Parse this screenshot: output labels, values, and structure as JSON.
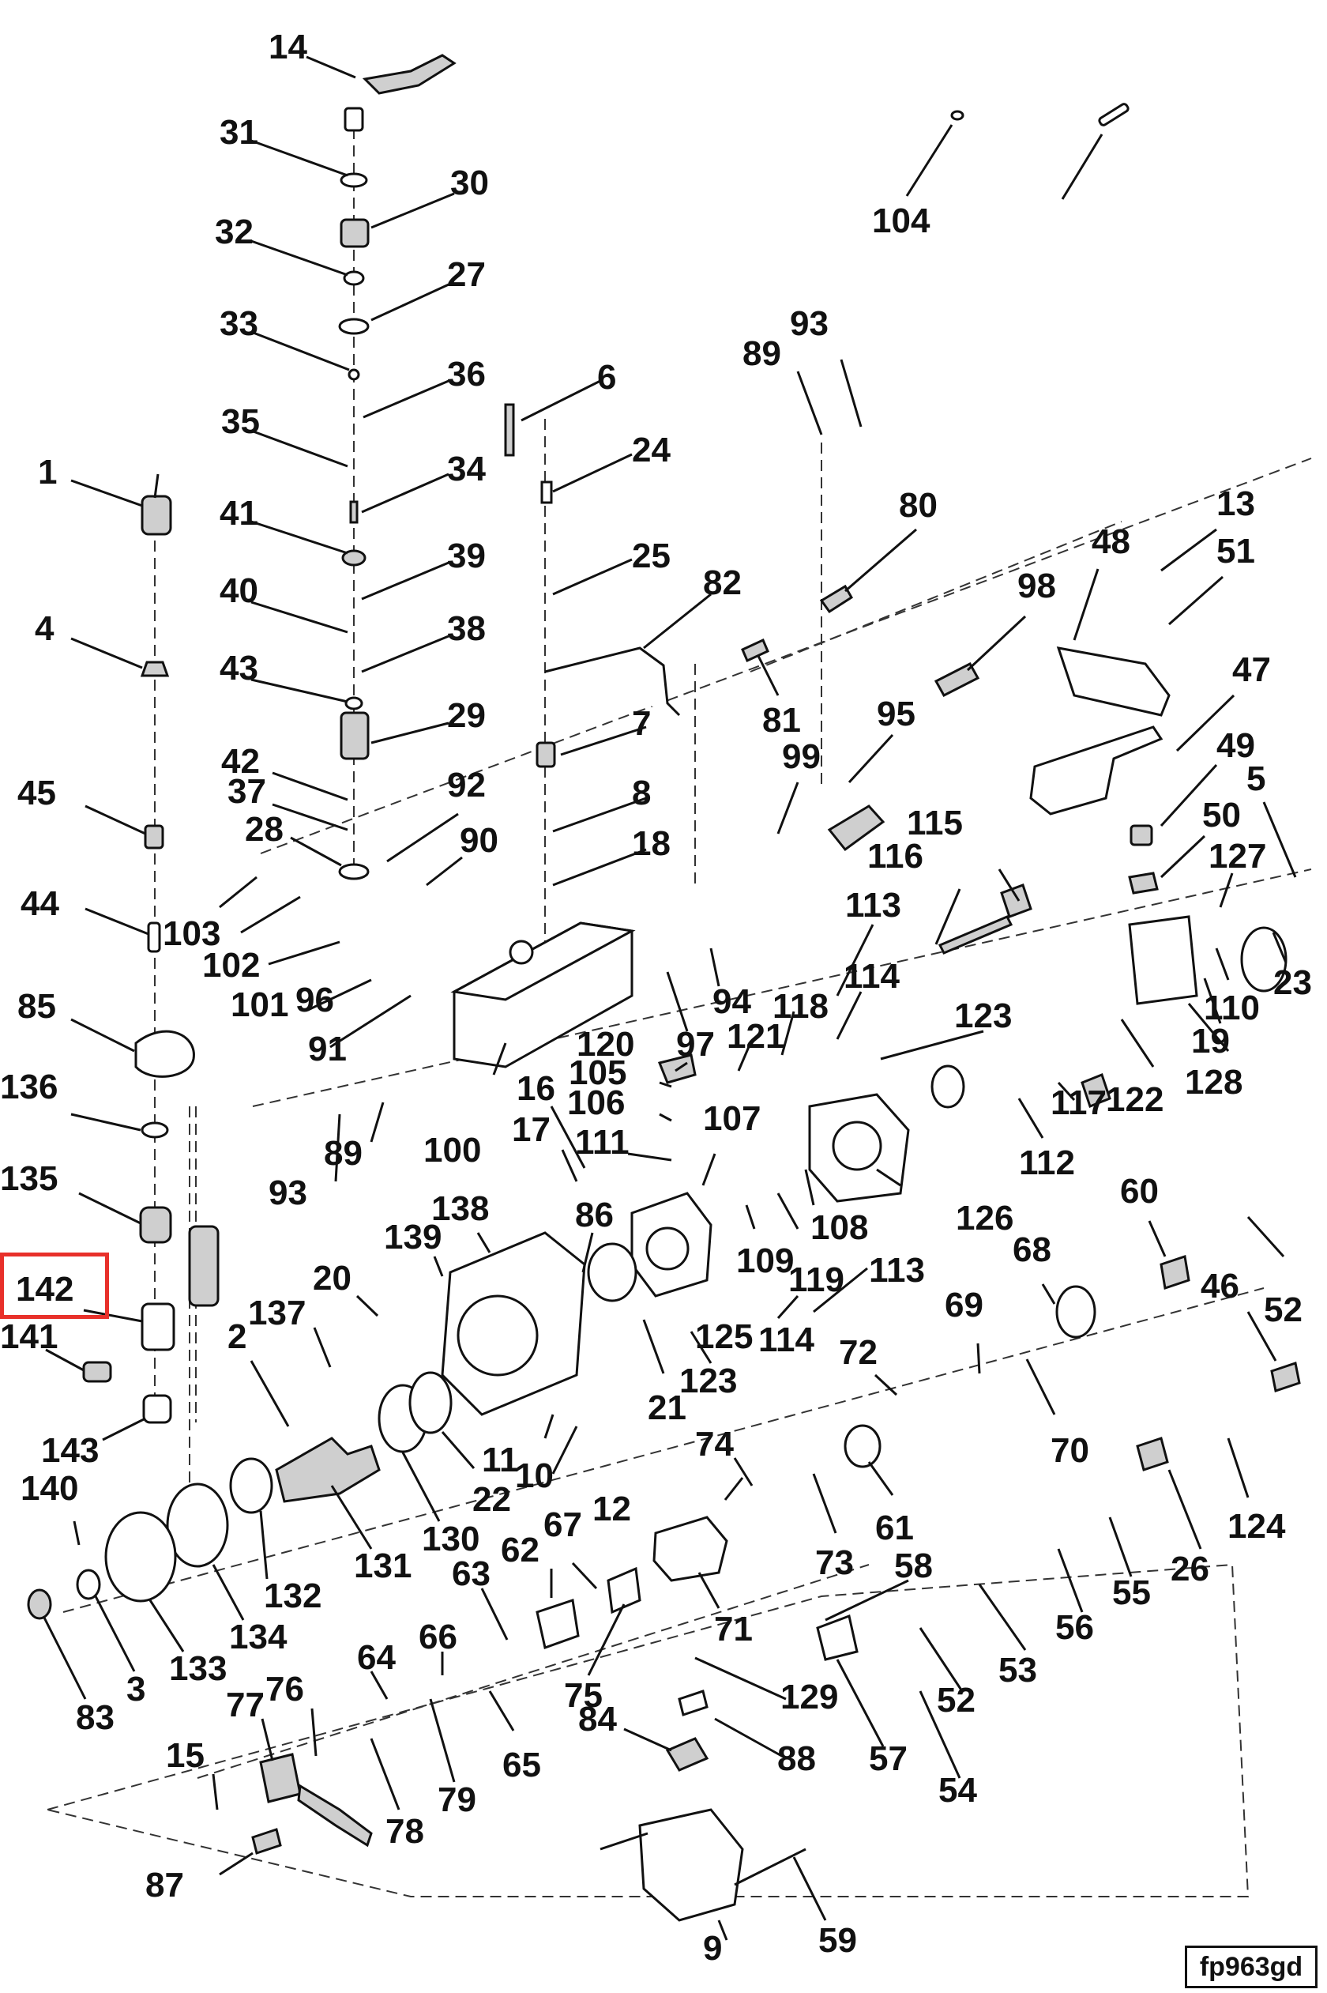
{
  "drawing": {
    "reference": "fp963gd",
    "highlighted_callout": "142",
    "highlight_color": "#e8302a",
    "callouts": [
      "14",
      "31",
      "30",
      "32",
      "27",
      "33",
      "36",
      "35",
      "34",
      "41",
      "39",
      "40",
      "38",
      "43",
      "29",
      "42",
      "37",
      "28",
      "6",
      "24",
      "25",
      "7",
      "8",
      "18",
      "82",
      "89",
      "93",
      "80",
      "81",
      "95",
      "99",
      "98",
      "48",
      "13",
      "51",
      "47",
      "49",
      "50",
      "5",
      "127",
      "23",
      "110",
      "19",
      "128",
      "122",
      "117",
      "112",
      "116",
      "115",
      "113",
      "114",
      "123",
      "118",
      "121",
      "120",
      "105",
      "106",
      "107",
      "111",
      "97",
      "94",
      "126",
      "108",
      "119",
      "109",
      "1",
      "4",
      "45",
      "44",
      "85",
      "136",
      "135",
      "142",
      "141",
      "143",
      "140",
      "3",
      "83",
      "133",
      "134",
      "132",
      "131",
      "130",
      "22",
      "139",
      "138",
      "20",
      "137",
      "2",
      "11",
      "10",
      "86",
      "17",
      "16",
      "100",
      "93",
      "89",
      "91",
      "96",
      "101",
      "102",
      "103",
      "92",
      "90",
      "21",
      "125",
      "123",
      "114",
      "113",
      "72",
      "69",
      "68",
      "60",
      "46",
      "52",
      "70",
      "61",
      "73",
      "74",
      "12",
      "71",
      "67",
      "63",
      "62",
      "75",
      "66",
      "64",
      "65",
      "79",
      "78",
      "76",
      "77",
      "15",
      "87",
      "88",
      "84",
      "129",
      "9",
      "59",
      "58",
      "57",
      "52",
      "54",
      "53",
      "56",
      "55",
      "26",
      "124",
      "104"
    ]
  }
}
